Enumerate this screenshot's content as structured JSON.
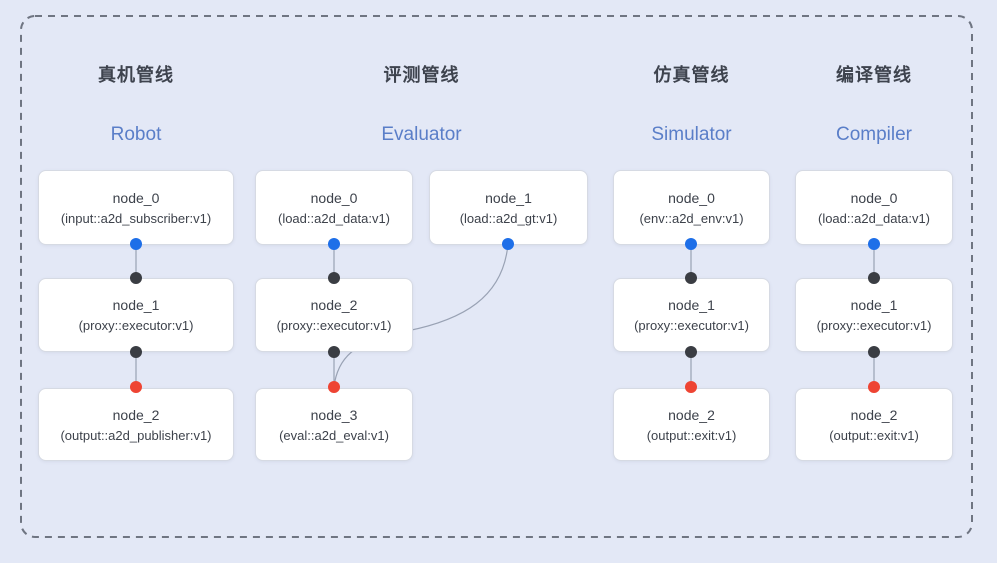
{
  "diagram": {
    "colors": {
      "background": "#e3e8f6",
      "dashed_border": "#6f7582",
      "edge_line": "#99a2b4",
      "node_box_fill": "#ffffff",
      "node_box_border": "#d6dae3",
      "node_text": "#3d424b",
      "title_cn": "#3e434e",
      "title_en": "#5a7ec8",
      "port_source": "#1e6fe8",
      "port_mid": "#3a3d43",
      "port_sink": "#ee4433"
    },
    "ports": {
      "blue_dot": "source-port-dot",
      "dark_dot": "intermediate-port-dot",
      "red_dot": "sink-port-dot"
    }
  },
  "pipelines": [
    {
      "title_cn": "真机管线",
      "title_en": "Robot",
      "nodes": [
        {
          "title": "node_0",
          "subtitle": "(input::a2d_subscriber:v1)"
        },
        {
          "title": "node_1",
          "subtitle": "(proxy::executor:v1)"
        },
        {
          "title": "node_2",
          "subtitle": "(output::a2d_publisher:v1)"
        }
      ]
    },
    {
      "title_cn": "评测管线",
      "title_en": "Evaluator",
      "nodes": [
        {
          "title": "node_0",
          "subtitle": "(load::a2d_data:v1)"
        },
        {
          "title": "node_1",
          "subtitle": "(load::a2d_gt:v1)"
        },
        {
          "title": "node_2",
          "subtitle": "(proxy::executor:v1)"
        },
        {
          "title": "node_3",
          "subtitle": "(eval::a2d_eval:v1)"
        }
      ]
    },
    {
      "title_cn": "仿真管线",
      "title_en": "Simulator",
      "nodes": [
        {
          "title": "node_0",
          "subtitle": "(env::a2d_env:v1)"
        },
        {
          "title": "node_1",
          "subtitle": "(proxy::executor:v1)"
        },
        {
          "title": "node_2",
          "subtitle": "(output::exit:v1)"
        }
      ]
    },
    {
      "title_cn": "编译管线",
      "title_en": "Compiler",
      "nodes": [
        {
          "title": "node_0",
          "subtitle": "(load::a2d_data:v1)"
        },
        {
          "title": "node_1",
          "subtitle": "(proxy::executor:v1)"
        },
        {
          "title": "node_2",
          "subtitle": "(output::exit:v1)"
        }
      ]
    }
  ]
}
